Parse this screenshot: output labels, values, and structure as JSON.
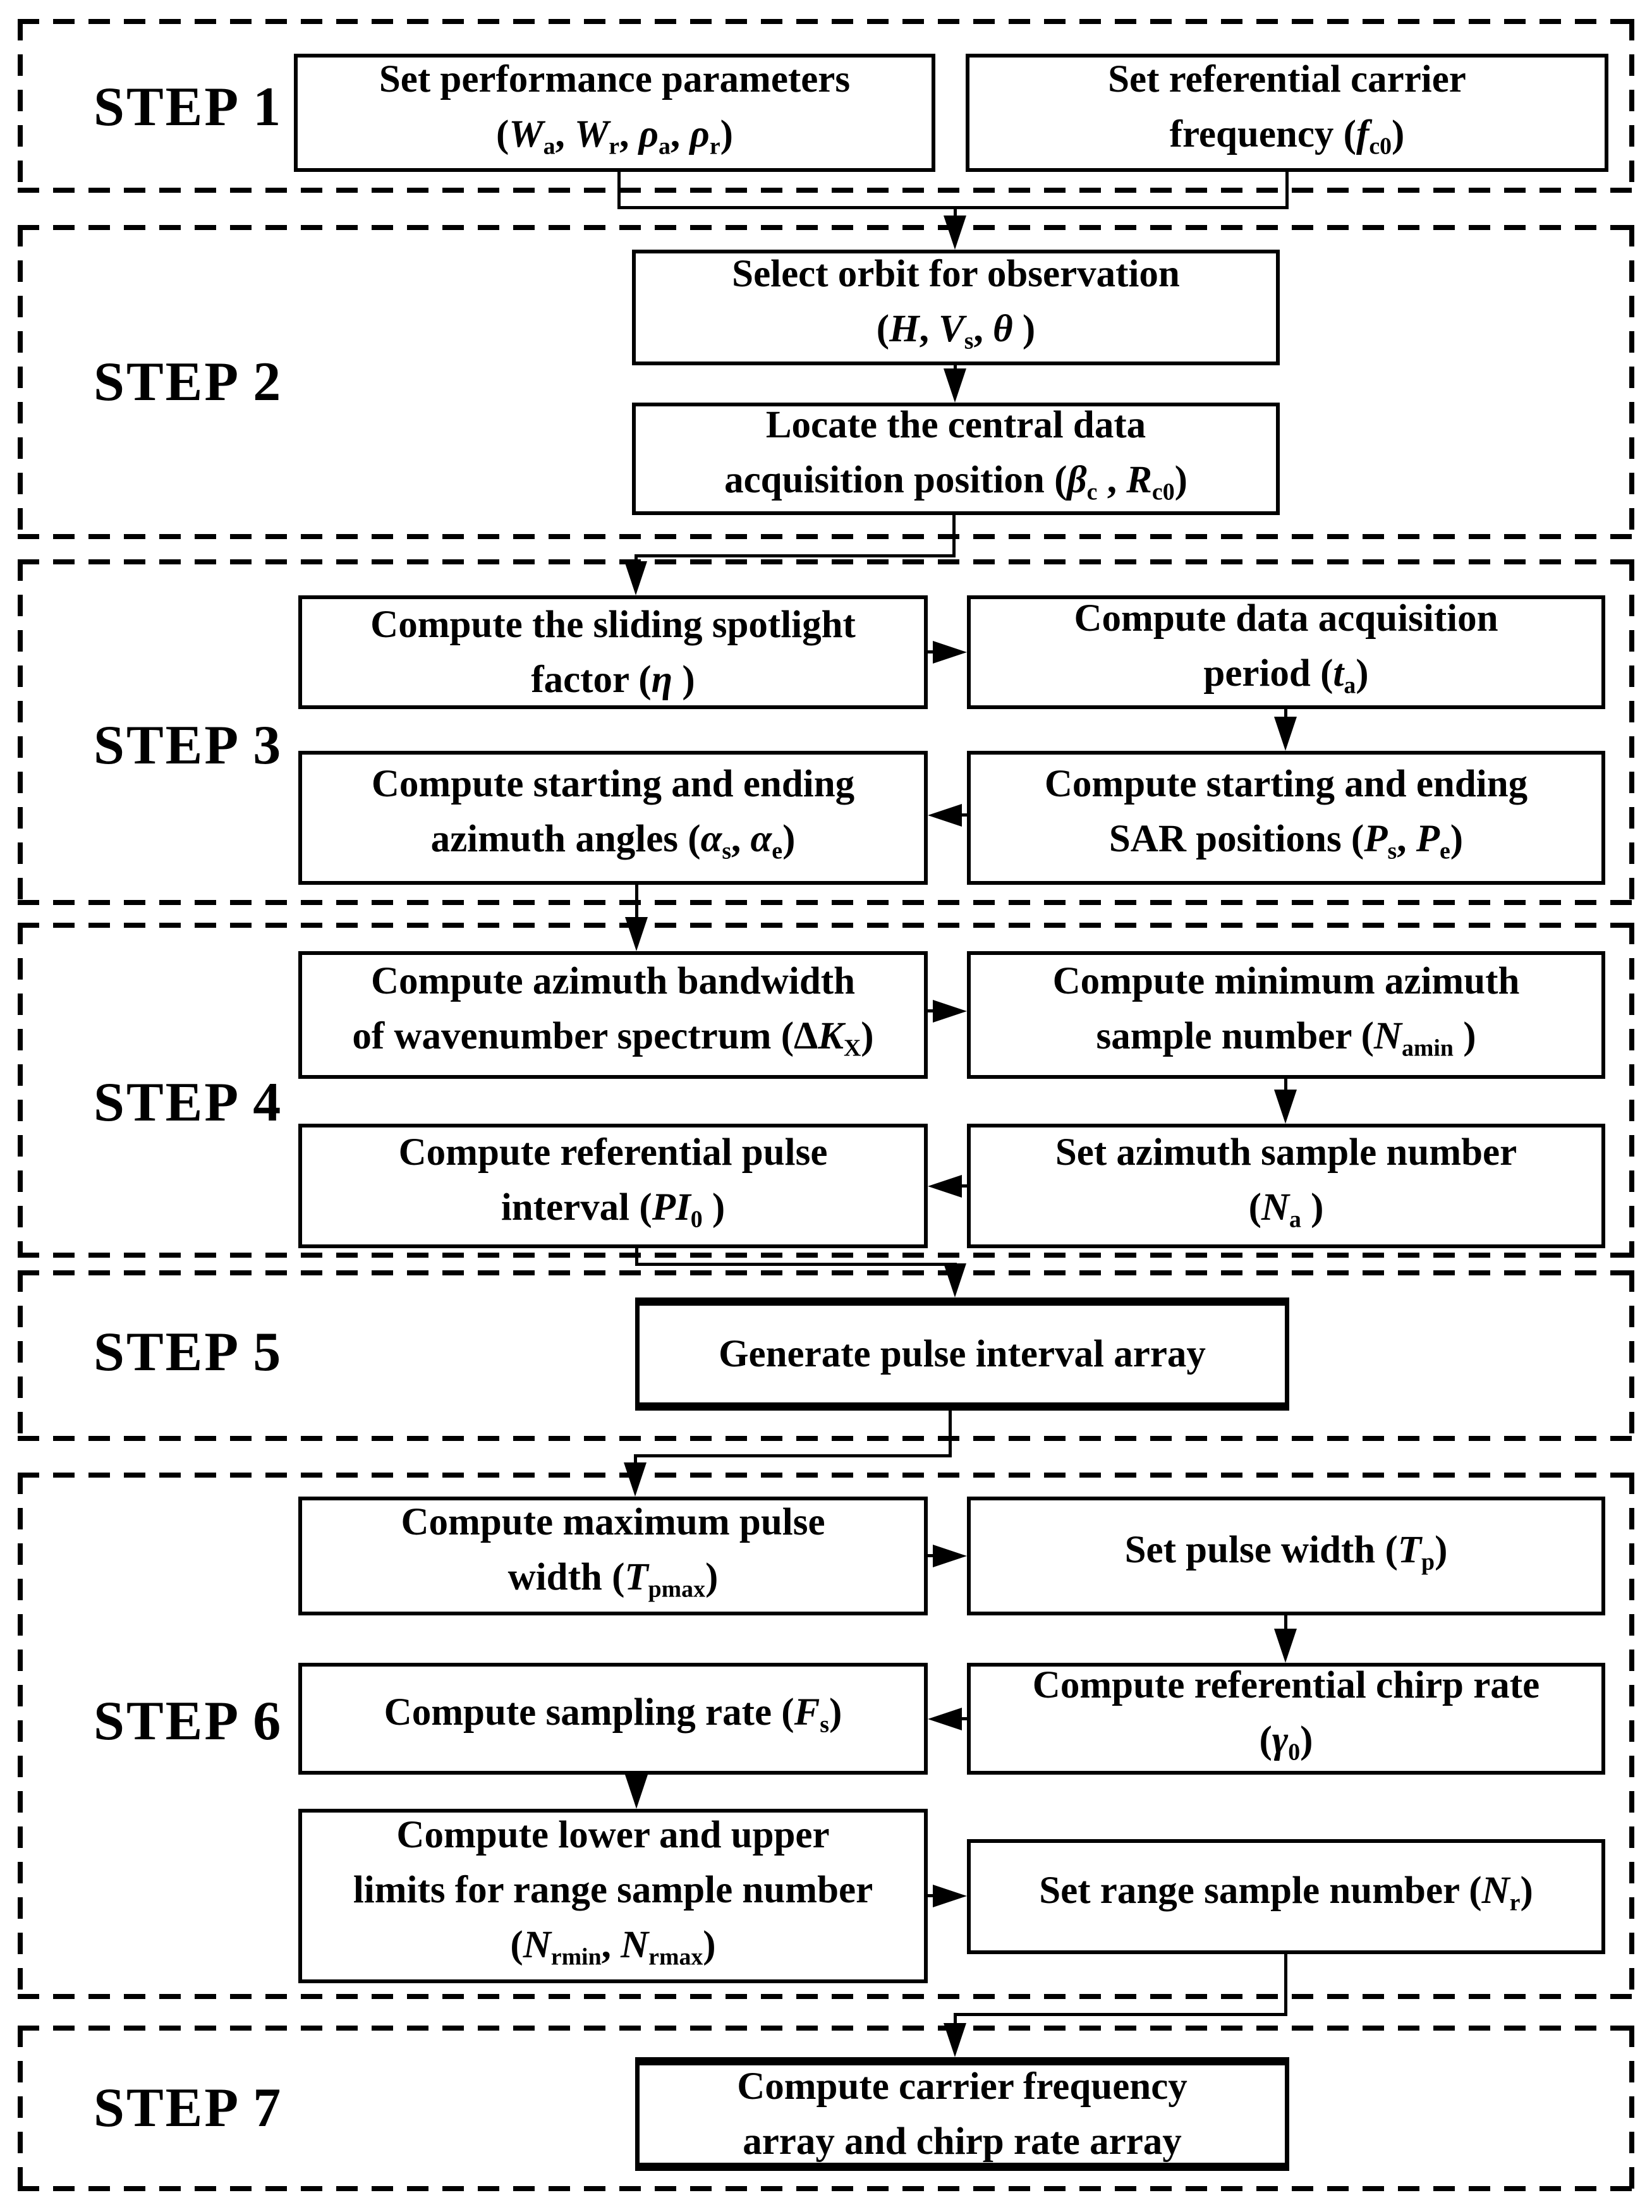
{
  "colors": {
    "line": "#000000",
    "background": "#ffffff"
  },
  "steps": [
    {
      "label": "STEP 1"
    },
    {
      "label": "STEP 2"
    },
    {
      "label": "STEP 3"
    },
    {
      "label": "STEP 4"
    },
    {
      "label": "STEP 5"
    },
    {
      "label": "STEP 6"
    },
    {
      "label": "STEP 7"
    }
  ],
  "boxes": {
    "a1": {
      "name": "set-performance-parameters",
      "lines": [
        [
          [
            "",
            "Set performance parameters"
          ]
        ],
        [
          [
            "",
            "("
          ],
          [
            "i",
            "W"
          ],
          [
            "sub",
            "a"
          ],
          [
            "",
            ", "
          ],
          [
            "i",
            "W"
          ],
          [
            "sub",
            "r"
          ],
          [
            "",
            ", "
          ],
          [
            "i",
            "ρ"
          ],
          [
            "sub",
            "a"
          ],
          [
            "",
            ", "
          ],
          [
            "i",
            "ρ"
          ],
          [
            "sub",
            "r"
          ],
          [
            "",
            ")"
          ]
        ]
      ]
    },
    "b1": {
      "name": "set-referential-carrier-frequency",
      "lines": [
        [
          [
            "",
            "Set referential carrier"
          ]
        ],
        [
          [
            "",
            "frequency ("
          ],
          [
            "i",
            "f"
          ],
          [
            "sub",
            "c0"
          ],
          [
            "",
            ")"
          ]
        ]
      ]
    },
    "a2": {
      "name": "select-orbit-for-observation",
      "lines": [
        [
          [
            "",
            "Select orbit for observation"
          ]
        ],
        [
          [
            "",
            "("
          ],
          [
            "i",
            "H"
          ],
          [
            "",
            ", "
          ],
          [
            "i",
            "V"
          ],
          [
            "sub",
            "s"
          ],
          [
            "",
            ", "
          ],
          [
            "i",
            "θ"
          ],
          [
            "",
            " )"
          ]
        ]
      ]
    },
    "b2": {
      "name": "locate-central-data-acquisition-position",
      "lines": [
        [
          [
            "",
            "Locate the central data"
          ]
        ],
        [
          [
            "",
            "acquisition position ("
          ],
          [
            "i",
            "β"
          ],
          [
            "sub",
            "c"
          ],
          [
            "",
            " , "
          ],
          [
            "i",
            "R"
          ],
          [
            "sub",
            "c0"
          ],
          [
            "",
            ")"
          ]
        ]
      ]
    },
    "a3": {
      "name": "compute-sliding-spotlight-factor",
      "lines": [
        [
          [
            "",
            "Compute the sliding spotlight"
          ]
        ],
        [
          [
            "",
            "factor ("
          ],
          [
            "i",
            "η"
          ],
          [
            "",
            " )"
          ]
        ]
      ]
    },
    "c3": {
      "name": "compute-data-acquisition-period",
      "lines": [
        [
          [
            "",
            "Compute data acquisition"
          ]
        ],
        [
          [
            "",
            "period ("
          ],
          [
            "i",
            "t"
          ],
          [
            "sub",
            "a"
          ],
          [
            "",
            ")"
          ]
        ]
      ]
    },
    "b3": {
      "name": "compute-starting-ending-azimuth-angles",
      "lines": [
        [
          [
            "",
            "Compute starting and ending"
          ]
        ],
        [
          [
            "",
            "azimuth angles ("
          ],
          [
            "i",
            "α"
          ],
          [
            "sub",
            "s"
          ],
          [
            "",
            ", "
          ],
          [
            "i",
            "α"
          ],
          [
            "sub",
            "e"
          ],
          [
            "",
            ")"
          ]
        ]
      ]
    },
    "d3": {
      "name": "compute-starting-ending-sar-positions",
      "lines": [
        [
          [
            "",
            "Compute starting and ending"
          ]
        ],
        [
          [
            "",
            "SAR positions ("
          ],
          [
            "i",
            "P"
          ],
          [
            "sub",
            "s"
          ],
          [
            "",
            ", "
          ],
          [
            "i",
            "P"
          ],
          [
            "sub",
            "e"
          ],
          [
            "",
            ")"
          ]
        ]
      ]
    },
    "a4": {
      "name": "compute-azimuth-bandwidth",
      "lines": [
        [
          [
            "",
            "Compute azimuth bandwidth"
          ]
        ],
        [
          [
            "",
            "of wavenumber spectrum (Δ"
          ],
          [
            "i",
            "K"
          ],
          [
            "sub",
            "X"
          ],
          [
            "",
            ")"
          ]
        ]
      ]
    },
    "c4": {
      "name": "compute-minimum-azimuth-sample-number",
      "lines": [
        [
          [
            "",
            "Compute minimum azimuth"
          ]
        ],
        [
          [
            "",
            "sample number ("
          ],
          [
            "i",
            "N"
          ],
          [
            "sub",
            "amin"
          ],
          [
            "",
            " )"
          ]
        ]
      ]
    },
    "b4": {
      "name": "compute-referential-pulse-interval",
      "lines": [
        [
          [
            "",
            "Compute referential pulse"
          ]
        ],
        [
          [
            "",
            "interval ("
          ],
          [
            "i",
            "PI"
          ],
          [
            "sub",
            "0"
          ],
          [
            "",
            " )"
          ]
        ]
      ]
    },
    "d4": {
      "name": "set-azimuth-sample-number",
      "lines": [
        [
          [
            "",
            "Set azimuth sample number"
          ]
        ],
        [
          [
            "",
            "("
          ],
          [
            "i",
            "N"
          ],
          [
            "sub",
            "a"
          ],
          [
            "",
            " )"
          ]
        ]
      ]
    },
    "s5": {
      "name": "generate-pulse-interval-array",
      "lines": [
        [
          [
            "",
            "Generate pulse interval array"
          ]
        ]
      ]
    },
    "a6": {
      "name": "compute-maximum-pulse-width",
      "lines": [
        [
          [
            "",
            "Compute maximum pulse"
          ]
        ],
        [
          [
            "",
            "width ("
          ],
          [
            "i",
            "T"
          ],
          [
            "sub",
            "pmax"
          ],
          [
            "",
            ")"
          ]
        ]
      ]
    },
    "b6": {
      "name": "set-pulse-width",
      "lines": [
        [
          [
            "",
            "Set pulse width ("
          ],
          [
            "i",
            "T"
          ],
          [
            "sub",
            "p"
          ],
          [
            "",
            ")"
          ]
        ]
      ]
    },
    "c6": {
      "name": "compute-referential-chirp-rate",
      "lines": [
        [
          [
            "",
            "Compute referential chirp rate"
          ]
        ],
        [
          [
            "",
            "("
          ],
          [
            "i",
            "γ"
          ],
          [
            "sub",
            "0"
          ],
          [
            "",
            ")"
          ]
        ]
      ]
    },
    "d6": {
      "name": "compute-sampling-rate",
      "lines": [
        [
          [
            "",
            "Compute sampling rate ("
          ],
          [
            "i",
            "F"
          ],
          [
            "sub",
            "s"
          ],
          [
            "",
            ")"
          ]
        ]
      ]
    },
    "e6": {
      "name": "compute-range-sample-number-limits",
      "lines": [
        [
          [
            "",
            "Compute lower and upper"
          ]
        ],
        [
          [
            "",
            "limits for range sample number"
          ]
        ],
        [
          [
            "",
            "("
          ],
          [
            "i",
            "N"
          ],
          [
            "sub",
            "rmin"
          ],
          [
            "",
            ", "
          ],
          [
            "i",
            "N"
          ],
          [
            "sub",
            "rmax"
          ],
          [
            "",
            ")"
          ]
        ]
      ]
    },
    "f6": {
      "name": "set-range-sample-number",
      "lines": [
        [
          [
            "",
            "Set range sample number ("
          ],
          [
            "i",
            "N"
          ],
          [
            "sub",
            "r"
          ],
          [
            "",
            ")"
          ]
        ]
      ]
    },
    "s7": {
      "name": "compute-carrier-frequency-and-chirp-rate-arrays",
      "lines": [
        [
          [
            "",
            "Compute carrier frequency"
          ]
        ],
        [
          [
            "",
            "array and chirp rate array"
          ]
        ]
      ]
    }
  }
}
